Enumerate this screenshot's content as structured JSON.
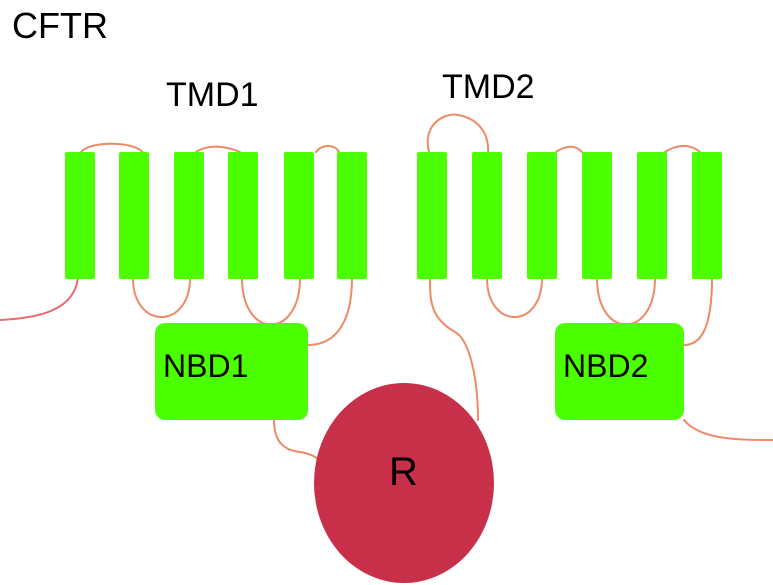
{
  "title": "CFTR",
  "domains": {
    "tmd1": "TMD1",
    "tmd2": "TMD2",
    "nbd1": "NBD1",
    "nbd2": "NBD2",
    "r": "R"
  },
  "colors": {
    "helix": "#4cff00",
    "nbd": "#4cff00",
    "r_domain": "#c8304a",
    "loop": "#ee8a66",
    "terminus": "#e66a70"
  }
}
